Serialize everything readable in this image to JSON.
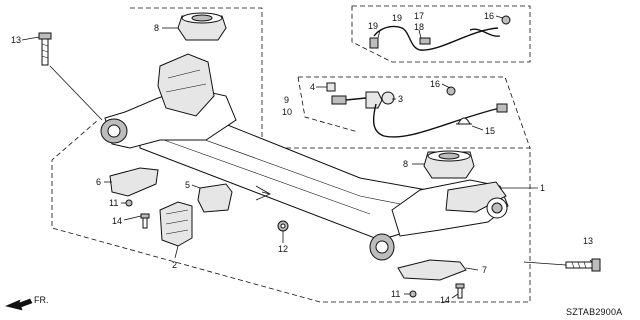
{
  "diagram_code": "SZTAB2900A",
  "direction_label": "FR.",
  "callouts": [
    "1",
    "2",
    "3",
    "4",
    "5",
    "6",
    "7",
    "8",
    "8",
    "9",
    "10",
    "11",
    "11",
    "12",
    "13",
    "13",
    "14",
    "14",
    "15",
    "16",
    "16",
    "17",
    "18",
    "19",
    "19"
  ],
  "colors": {
    "line": "#111111",
    "fill_light": "#e6e6e6",
    "fill_dark": "#bdbdbd",
    "background": "#ffffff"
  }
}
